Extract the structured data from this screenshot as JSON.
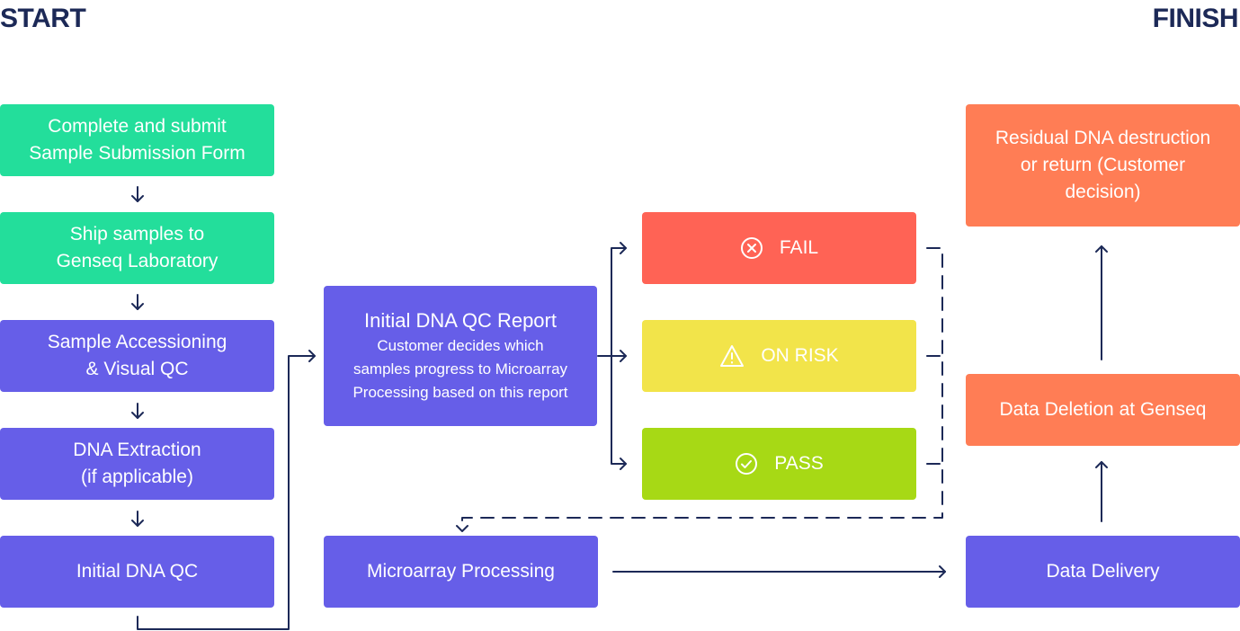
{
  "headings": {
    "start": "START",
    "finish": "FINISH"
  },
  "steps": {
    "submit_form": [
      "Complete and submit",
      "Sample Submission Form"
    ],
    "ship_samples": [
      "Ship samples to",
      "Genseq Laboratory"
    ],
    "accessioning": [
      "Sample Accessioning",
      "& Visual QC"
    ],
    "dna_extraction": [
      "DNA Extraction",
      "(if applicable)"
    ],
    "initial_qc": "Initial DNA QC",
    "qc_report": {
      "title": "Initial DNA QC Report",
      "note": [
        "Customer decides which",
        "samples progress to Microarray",
        "Processing based on this report"
      ]
    },
    "microarray": "Microarray Processing",
    "data_delivery": "Data Delivery",
    "data_deletion": "Data Deletion at Genseq",
    "residual_dna": [
      "Residual DNA destruction",
      "or return (Customer",
      "decision)"
    ]
  },
  "outcomes": {
    "fail": {
      "label": "FAIL",
      "icon": "circle-x-icon"
    },
    "on_risk": {
      "label": "ON RISK",
      "icon": "warning-triangle-icon"
    },
    "pass": {
      "label": "PASS",
      "icon": "circle-check-icon"
    }
  },
  "colors": {
    "heading": "#1c2957",
    "customer_step": "#23de9b",
    "lab_step": "#665ee8",
    "end_step": "#ff7d55",
    "fail": "#ff6355",
    "on_risk": "#f2e44a",
    "pass": "#a7d915",
    "arrow": "#1c2957"
  }
}
